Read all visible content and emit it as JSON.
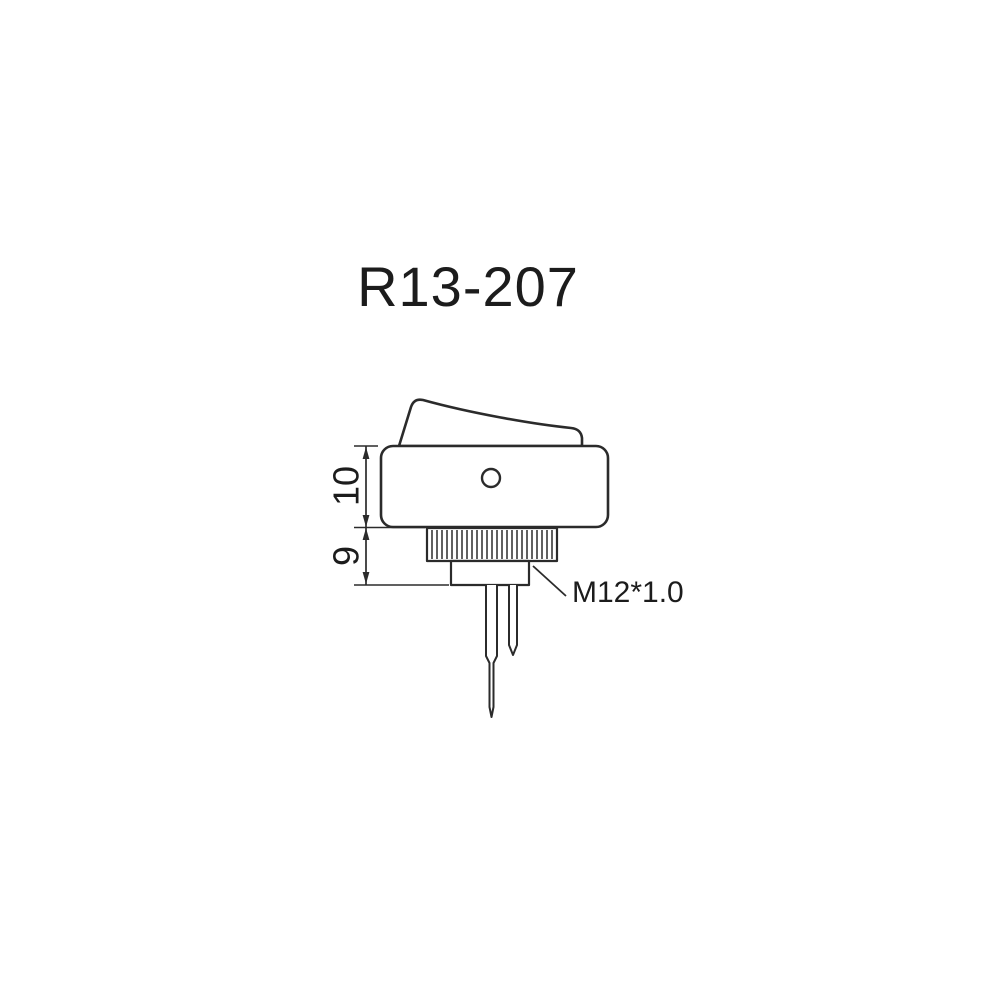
{
  "title": "R13-207",
  "colors": {
    "line": "#2b2b2b",
    "text": "#1c1c1c",
    "background": "#ffffff"
  },
  "drawing": {
    "part_name": "rocker-switch-side-view",
    "dimension_labels": {
      "upper": "10",
      "lower": "9"
    },
    "thread_spec": "M12*1.0"
  }
}
